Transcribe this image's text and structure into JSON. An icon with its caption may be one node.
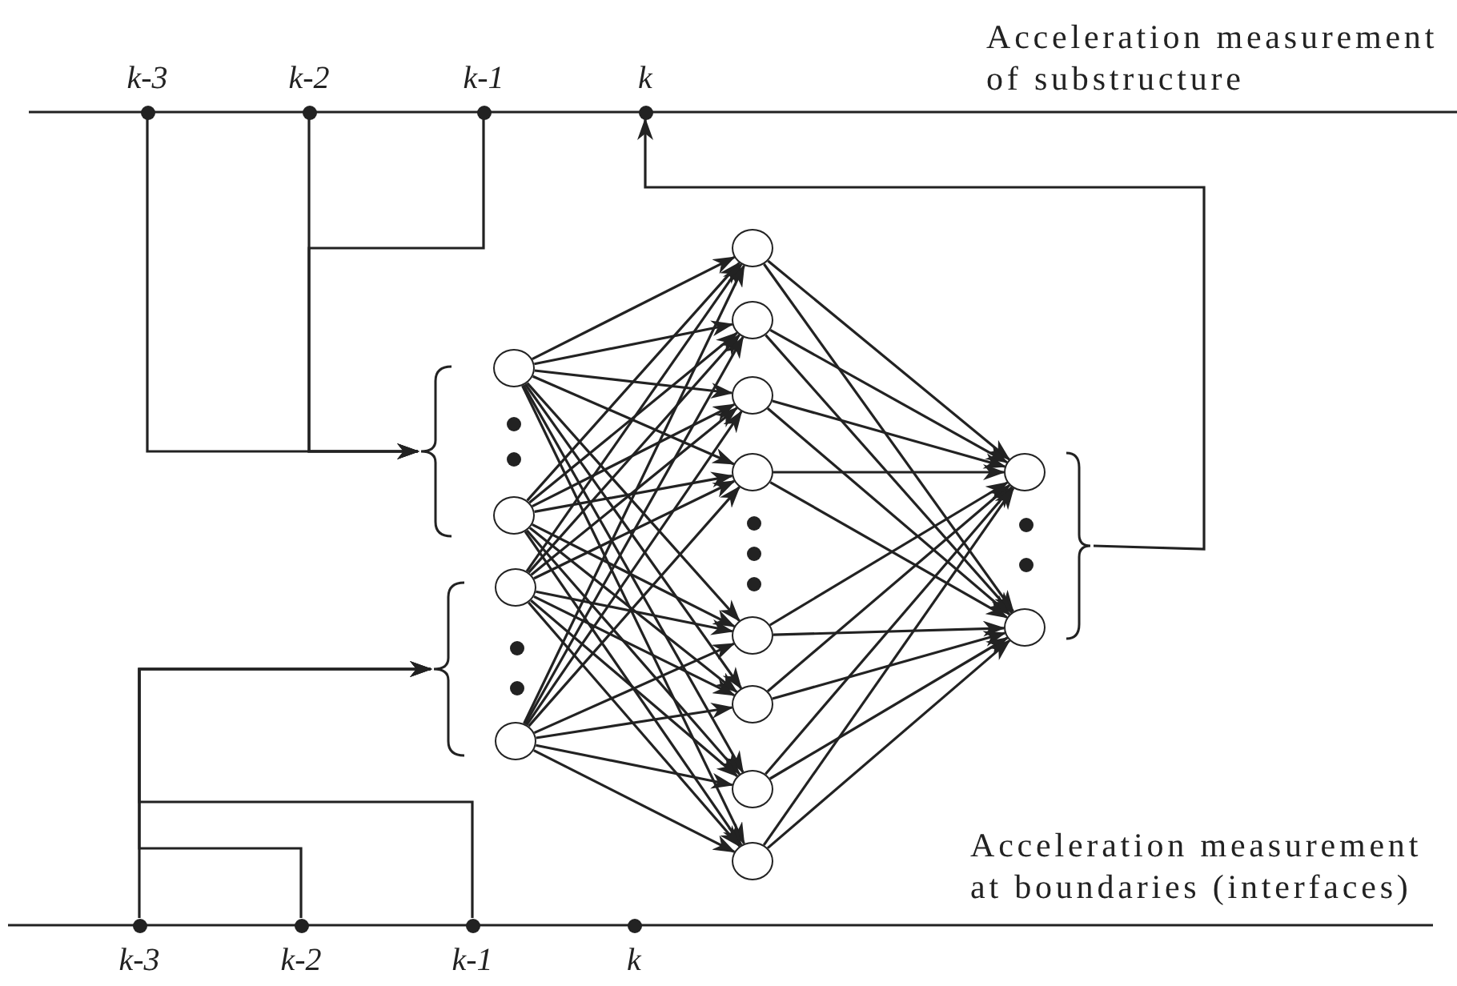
{
  "diagram": {
    "nodes": [
      {
        "text": [
          "k-3"
        ]
      },
      {
        "text": [
          "k-2"
        ]
      },
      {
        "text": [
          "k-1"
        ]
      },
      {
        "text": [
          "k"
        ]
      },
      {
        "text": [],
        "shape": "brace"
      },
      {
        "text": [],
        "shape": "circle"
      },
      {
        "text": [],
        "shape": "circle"
      },
      {
        "text": [],
        "shape": "brace"
      },
      {
        "text": [],
        "shape": "circle"
      },
      {
        "text": [],
        "shape": "circle"
      },
      {
        "text": [],
        "shape": "circle"
      },
      {
        "text": [],
        "shape": "circle"
      },
      {
        "text": [],
        "shape": "circle"
      },
      {
        "text": [],
        "shape": "circle"
      },
      {
        "text": [],
        "shape": "circle"
      },
      {
        "text": [],
        "shape": "circle"
      },
      {
        "text": [],
        "shape": "circle"
      },
      {
        "text": [],
        "shape": "circle"
      },
      {
        "text": [],
        "shape": "circle"
      },
      {
        "text": [],
        "shape": "circle"
      },
      {
        "text": [],
        "shape": "brace"
      },
      {
        "text": [
          "k-3"
        ]
      },
      {
        "text": [
          "k-2"
        ]
      },
      {
        "text": [
          "k-1"
        ]
      },
      {
        "text": [
          "k"
        ]
      }
    ],
    "edges": [
      {
        "from": 0,
        "to": 4,
        "arrow": "to"
      },
      {
        "from": 1,
        "to": 4,
        "arrow": "to"
      },
      {
        "from": 2,
        "to": 4,
        "arrow": "to"
      },
      {
        "from": 21,
        "to": 7,
        "arrow": "to"
      },
      {
        "from": 22,
        "to": 7,
        "arrow": "to"
      },
      {
        "from": 23,
        "to": 7,
        "arrow": "to"
      },
      {
        "from": 5,
        "to": 10,
        "arrow": "to"
      },
      {
        "from": 5,
        "to": 11,
        "arrow": "to"
      },
      {
        "from": 5,
        "to": 12,
        "arrow": "to"
      },
      {
        "from": 5,
        "to": 13,
        "arrow": "to"
      },
      {
        "from": 5,
        "to": 14,
        "arrow": "to"
      },
      {
        "from": 5,
        "to": 15,
        "arrow": "to"
      },
      {
        "from": 5,
        "to": 16,
        "arrow": "to"
      },
      {
        "from": 5,
        "to": 17,
        "arrow": "to"
      },
      {
        "from": 6,
        "to": 10,
        "arrow": "to"
      },
      {
        "from": 6,
        "to": 11,
        "arrow": "to"
      },
      {
        "from": 6,
        "to": 12,
        "arrow": "to"
      },
      {
        "from": 6,
        "to": 13,
        "arrow": "to"
      },
      {
        "from": 6,
        "to": 14,
        "arrow": "to"
      },
      {
        "from": 6,
        "to": 15,
        "arrow": "to"
      },
      {
        "from": 6,
        "to": 16,
        "arrow": "to"
      },
      {
        "from": 6,
        "to": 17,
        "arrow": "to"
      },
      {
        "from": 8,
        "to": 10,
        "arrow": "to"
      },
      {
        "from": 8,
        "to": 11,
        "arrow": "to"
      },
      {
        "from": 8,
        "to": 12,
        "arrow": "to"
      },
      {
        "from": 8,
        "to": 13,
        "arrow": "to"
      },
      {
        "from": 8,
        "to": 14,
        "arrow": "to"
      },
      {
        "from": 8,
        "to": 15,
        "arrow": "to"
      },
      {
        "from": 8,
        "to": 16,
        "arrow": "to"
      },
      {
        "from": 8,
        "to": 17,
        "arrow": "to"
      },
      {
        "from": 9,
        "to": 10,
        "arrow": "to"
      },
      {
        "from": 9,
        "to": 11,
        "arrow": "to"
      },
      {
        "from": 9,
        "to": 12,
        "arrow": "to"
      },
      {
        "from": 9,
        "to": 13,
        "arrow": "to"
      },
      {
        "from": 9,
        "to": 14,
        "arrow": "to"
      },
      {
        "from": 9,
        "to": 15,
        "arrow": "to"
      },
      {
        "from": 9,
        "to": 16,
        "arrow": "to"
      },
      {
        "from": 9,
        "to": 17,
        "arrow": "to"
      },
      {
        "from": 10,
        "to": 18,
        "arrow": "to"
      },
      {
        "from": 10,
        "to": 19,
        "arrow": "to"
      },
      {
        "from": 11,
        "to": 18,
        "arrow": "to"
      },
      {
        "from": 11,
        "to": 19,
        "arrow": "to"
      },
      {
        "from": 12,
        "to": 18,
        "arrow": "to"
      },
      {
        "from": 12,
        "to": 19,
        "arrow": "to"
      },
      {
        "from": 13,
        "to": 18,
        "arrow": "to"
      },
      {
        "from": 13,
        "to": 19,
        "arrow": "to"
      },
      {
        "from": 14,
        "to": 18,
        "arrow": "to"
      },
      {
        "from": 14,
        "to": 19,
        "arrow": "to"
      },
      {
        "from": 15,
        "to": 18,
        "arrow": "to"
      },
      {
        "from": 15,
        "to": 19,
        "arrow": "to"
      },
      {
        "from": 16,
        "to": 18,
        "arrow": "to"
      },
      {
        "from": 16,
        "to": 19,
        "arrow": "to"
      },
      {
        "from": 17,
        "to": 18,
        "arrow": "to"
      },
      {
        "from": 17,
        "to": 19,
        "arrow": "to"
      },
      {
        "from": 20,
        "to": 3,
        "arrow": "to"
      }
    ],
    "labels": [
      "Acceleration measurement of substructure",
      "Acceleration measurement at boundaries (interfaces)"
    ]
  }
}
